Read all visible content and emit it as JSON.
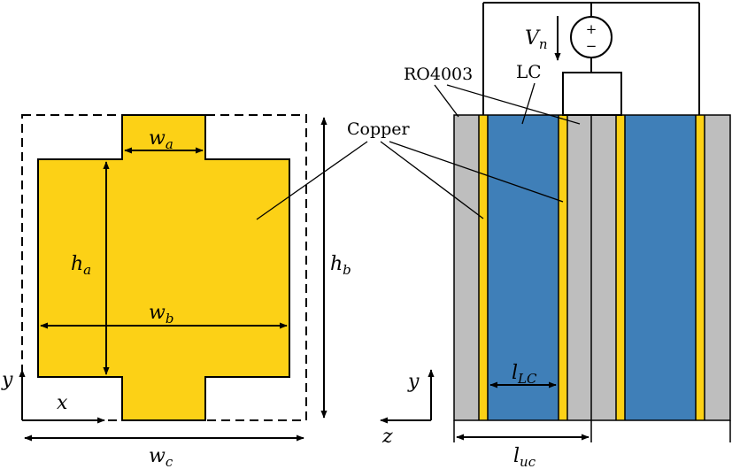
{
  "labels": {
    "w_a": {
      "base": "w",
      "sub": "a"
    },
    "w_b": {
      "base": "w",
      "sub": "b"
    },
    "w_c": {
      "base": "w",
      "sub": "c"
    },
    "h_a": {
      "base": "h",
      "sub": "a"
    },
    "h_b": {
      "base": "h",
      "sub": "b"
    },
    "V_n": {
      "base": "V",
      "sub": "n"
    },
    "l_LC": {
      "base": "l",
      "sub": "LC"
    },
    "l_uc": {
      "base": "l",
      "sub": "uc"
    },
    "copper": "Copper",
    "ro4003": "RO4003",
    "lc": "LC",
    "axis_x": "x",
    "axis_y_left": "y",
    "axis_y_right": "y",
    "axis_z": "z",
    "source_plus": "+",
    "source_minus": "−"
  },
  "colors": {
    "copper": "#FCD116",
    "substrate": "#BEBEBE",
    "lc": "#3F7FB8",
    "line": "#000000"
  }
}
